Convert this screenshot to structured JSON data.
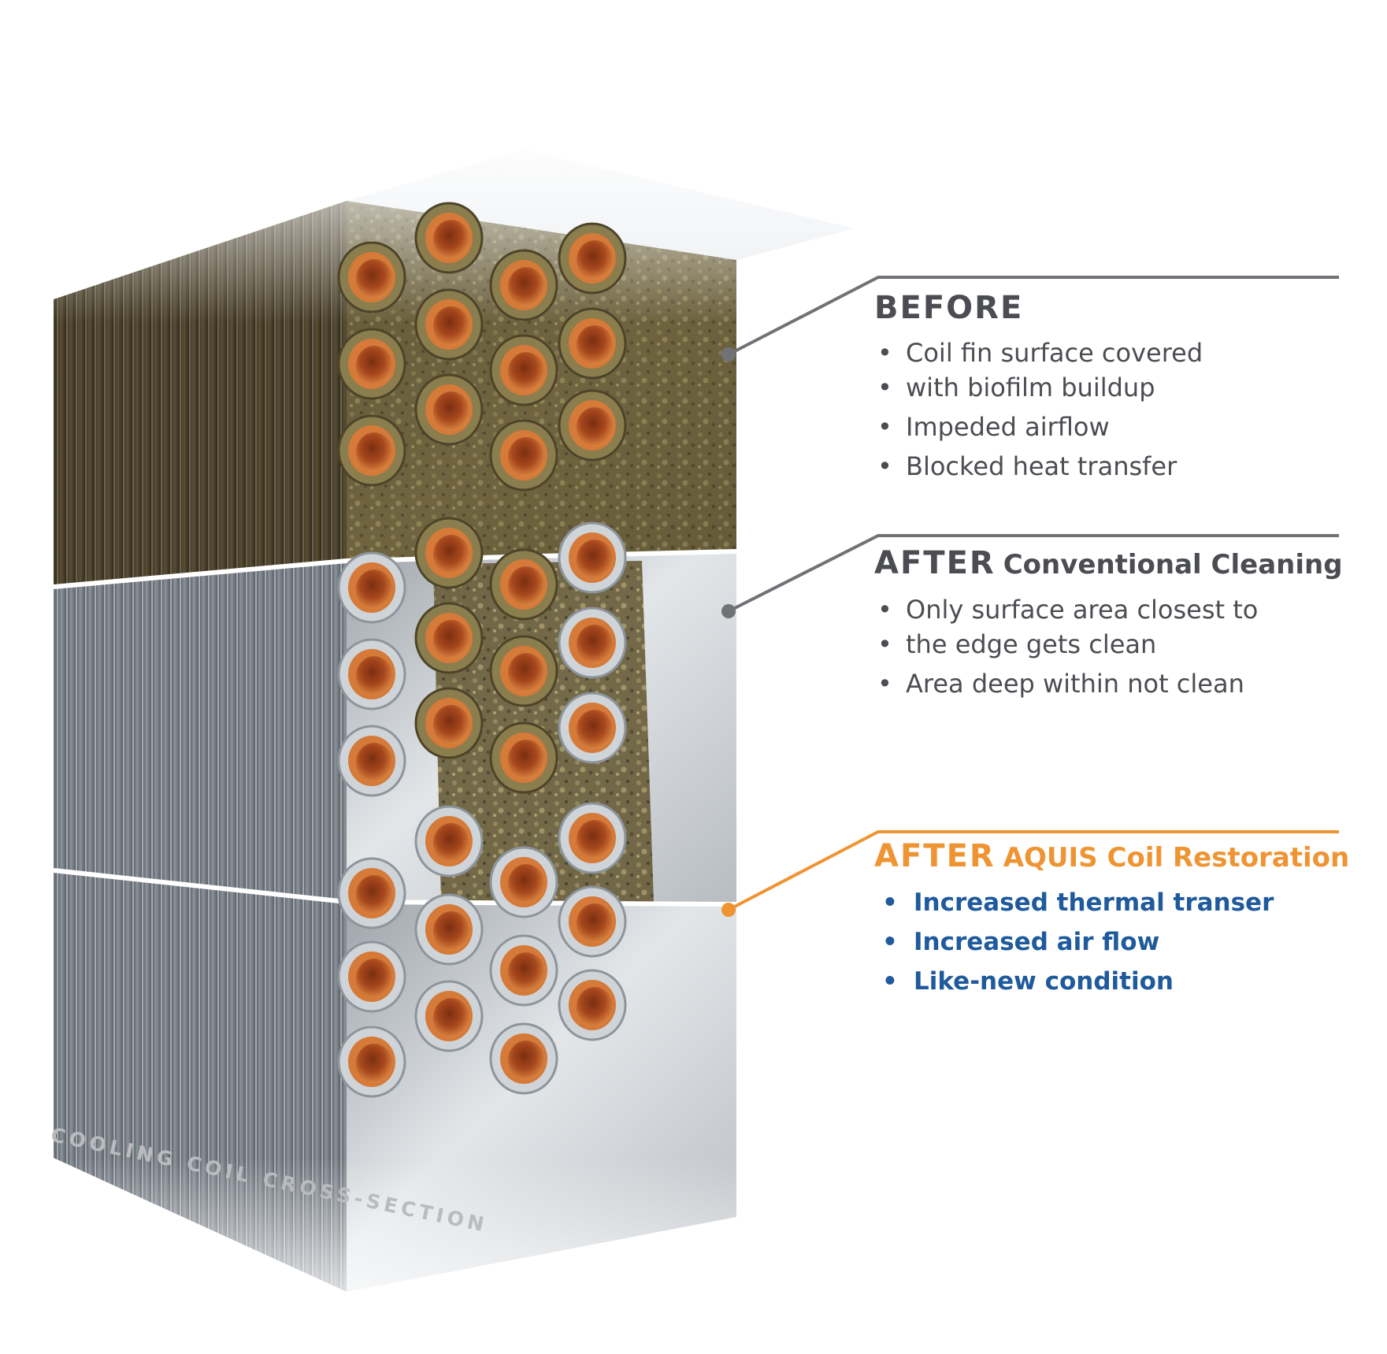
{
  "callouts": {
    "before": {
      "heading": "BEFORE",
      "heading_sub": "",
      "bullets": [
        "Coil fin surface covered",
        "with biofilm buildup",
        "Impeded airflow",
        "Blocked heat transfer"
      ]
    },
    "conventional": {
      "heading": "AFTER",
      "heading_sub": "Conventional Cleaning",
      "bullets": [
        "Only surface area closest to",
        "the edge gets clean",
        "Area deep within not clean"
      ]
    },
    "aquis": {
      "heading": "AFTER",
      "heading_sub": "AQUIS Coil Restoration",
      "bullets": [
        "Increased thermal transer",
        "Increased air flow",
        "Like-new condition"
      ]
    }
  },
  "coil_label": "COOLING COIL CROSS-SECTION",
  "colors": {
    "dark_text": "#4b4d52",
    "leader_gray": "#707276",
    "accent_orange": "#ef9433",
    "bullet_blue": "#1f5a9c",
    "copper": "#c8672e",
    "biofilm": "#6f6238",
    "fin_metal": "#9aa0a6"
  }
}
